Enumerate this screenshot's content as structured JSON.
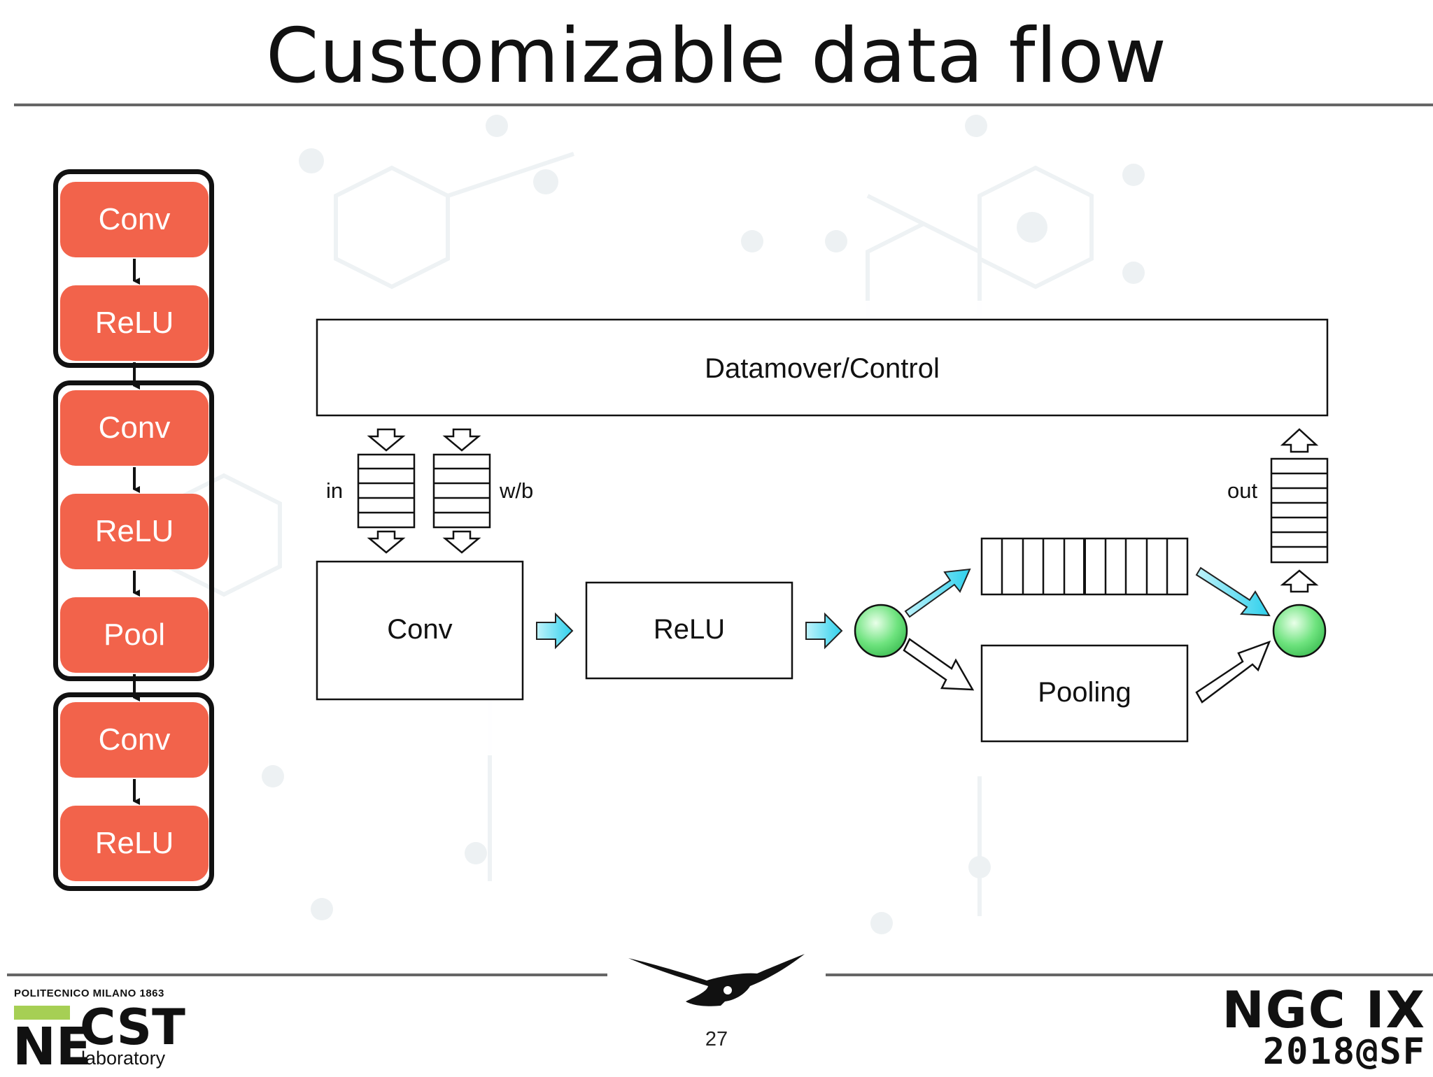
{
  "slide": {
    "title": "Customizable data flow",
    "page_number": "27"
  },
  "layer_stack": {
    "layers": [
      {
        "label": "Conv",
        "group": 1
      },
      {
        "label": "ReLU",
        "group": 1
      },
      {
        "label": "Conv",
        "group": 2
      },
      {
        "label": "ReLU",
        "group": 2
      },
      {
        "label": "Pool",
        "group": 2
      },
      {
        "label": "Conv",
        "group": 3
      },
      {
        "label": "ReLU",
        "group": 3
      }
    ],
    "color": "#f2634b"
  },
  "architecture": {
    "datamover_label": "Datamover/Control",
    "input_fifo_label": "in",
    "weight_fifo_label": "w/b",
    "output_fifo_label": "out",
    "conv_label": "Conv",
    "relu_label": "ReLU",
    "pooling_label": "Pooling",
    "node_color": "#5ee07a",
    "arrow_color": "#3fd6ee"
  },
  "footer": {
    "university": "POLITECNICO MILANO 1863",
    "lab_ne": "NE",
    "lab_cst": "CST",
    "lab_sub": "laboratory",
    "event_name": "NGC IX",
    "event_place": "2018@SF"
  }
}
